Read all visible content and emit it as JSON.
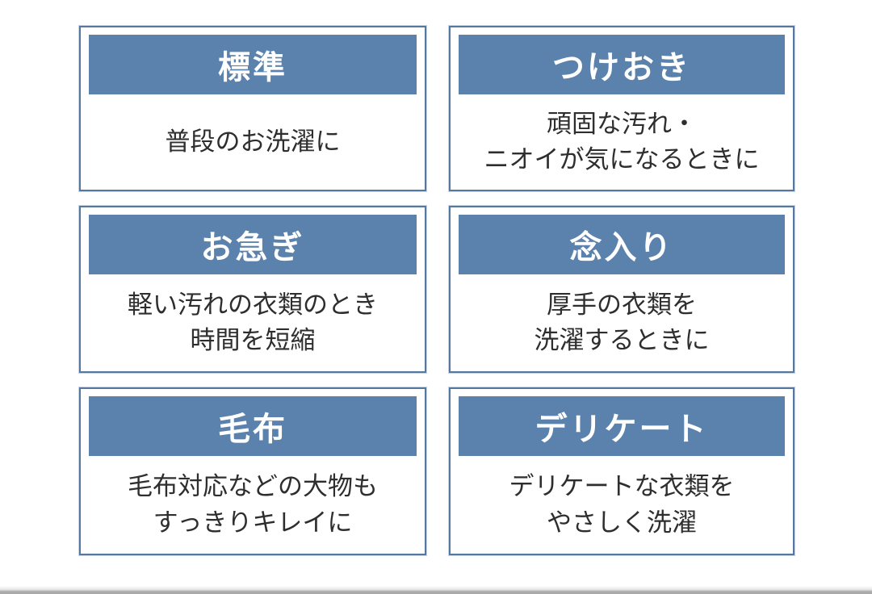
{
  "page": {
    "background": "#ffffff",
    "accent_color": "#5b82ac",
    "card_border_color": "#56779e",
    "card_border_halo_color": "#c6d4e4",
    "header_text_color": "#ffffff",
    "body_text_color": "#2e2e2e",
    "bottom_bar_color": "#a9a9a9"
  },
  "cards": [
    {
      "title": "標準",
      "lines": [
        "普段のお洗濯に"
      ]
    },
    {
      "title": "つけおき",
      "lines": [
        "頑固な汚れ・",
        "ニオイが気になるときに"
      ]
    },
    {
      "title": "お急ぎ",
      "lines": [
        "軽い汚れの衣類のとき",
        "時間を短縮"
      ]
    },
    {
      "title": "念入り",
      "lines": [
        "厚手の衣類を",
        "洗濯するときに"
      ]
    },
    {
      "title": "毛布",
      "lines": [
        "毛布対応などの大物も",
        "すっきりキレイに"
      ]
    },
    {
      "title": "デリケート",
      "lines": [
        "デリケートな衣類を",
        "やさしく洗濯"
      ]
    }
  ]
}
